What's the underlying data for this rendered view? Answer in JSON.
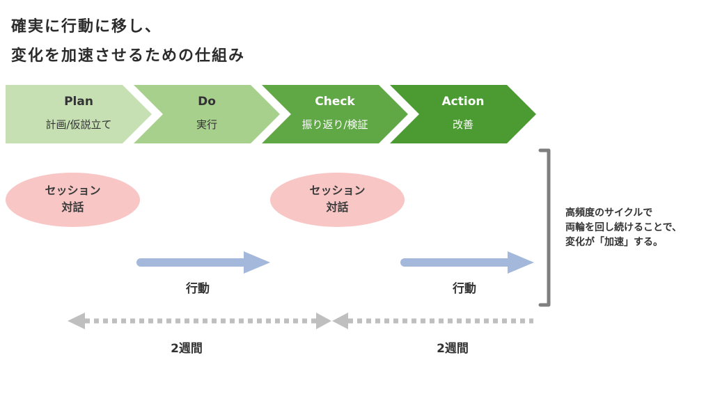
{
  "title": {
    "line1": "確実に行動に移し、",
    "line2": "変化を加速させるための仕組み"
  },
  "phases": [
    {
      "name": "Plan",
      "subtitle": "計画/仮説立て",
      "color": "#c6e0b4"
    },
    {
      "name": "Do",
      "subtitle": "実行",
      "color": "#a8d08d"
    },
    {
      "name": "Check",
      "subtitle": "振り返り/検証",
      "color": "#5fa845"
    },
    {
      "name": "Action",
      "subtitle": "改善",
      "color": "#4b9a32"
    }
  ],
  "sessions": [
    {
      "line1": "セッション",
      "line2": "対話"
    },
    {
      "line1": "セッション",
      "line2": "対話"
    }
  ],
  "actions": [
    {
      "label": "行動"
    },
    {
      "label": "行動"
    }
  ],
  "periods": [
    {
      "label": "2週間"
    },
    {
      "label": "2週間"
    }
  ],
  "bracket_note": {
    "line1": "高頻度のサイクルで",
    "line2": "両輪を回し続けることで、",
    "line3": "変化が「加速」する。"
  },
  "colors": {
    "session_fill": "#f9c6c6",
    "action_arrow": "#a4b8dc",
    "period_arrow": "#bfbfbf",
    "bracket": "#7f7f7f"
  }
}
